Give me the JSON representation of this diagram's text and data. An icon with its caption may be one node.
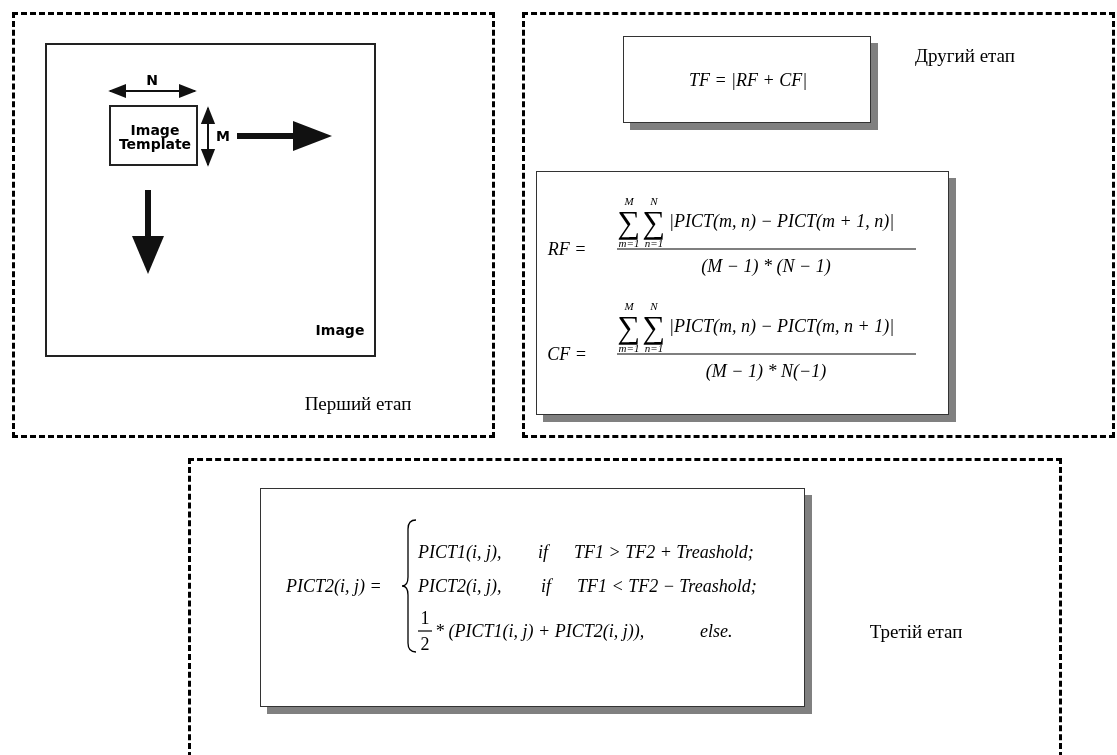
{
  "diagram": {
    "nodes": [
      {
        "text": [
          "Перший етап"
        ]
      },
      {
        "text": [
          "Image"
        ],
        "in": 0
      },
      {
        "text": [
          "Image Template"
        ],
        "in": 1
      },
      {
        "text": [
          "Другий етап"
        ]
      },
      {
        "text": [
          "TF = |RF + CF|"
        ],
        "in": 3
      },
      {
        "text": [
          "RF =",
          "M",
          "∑",
          "m=1",
          "N",
          "∑",
          "n=1",
          "|PICT(m, n) − PICT(m + 1, n)|",
          "(M − 1) * (N − 1)",
          "CF =",
          "M",
          "∑",
          "m=1",
          "N",
          "∑",
          "n=1",
          "|PICT(m, n) − PICT(m, n + 1)|",
          "(M − 1) * N(−1)"
        ],
        "in": 3
      },
      {
        "text": [
          "Третій етап"
        ]
      },
      {
        "text": [
          "PICT2(i, j) =",
          "PICT1(i, j),",
          "if",
          "TF1 > TF2 + Treashold;",
          "PICT2(i, j),",
          "if",
          "TF1 < TF2 − Treashold;",
          "1",
          "2",
          "* (PICT1(i, j) + PICT2(i, j)),",
          "else."
        ],
        "in": 6
      }
    ],
    "edges": [],
    "labels": [
      "N",
      "M"
    ]
  }
}
